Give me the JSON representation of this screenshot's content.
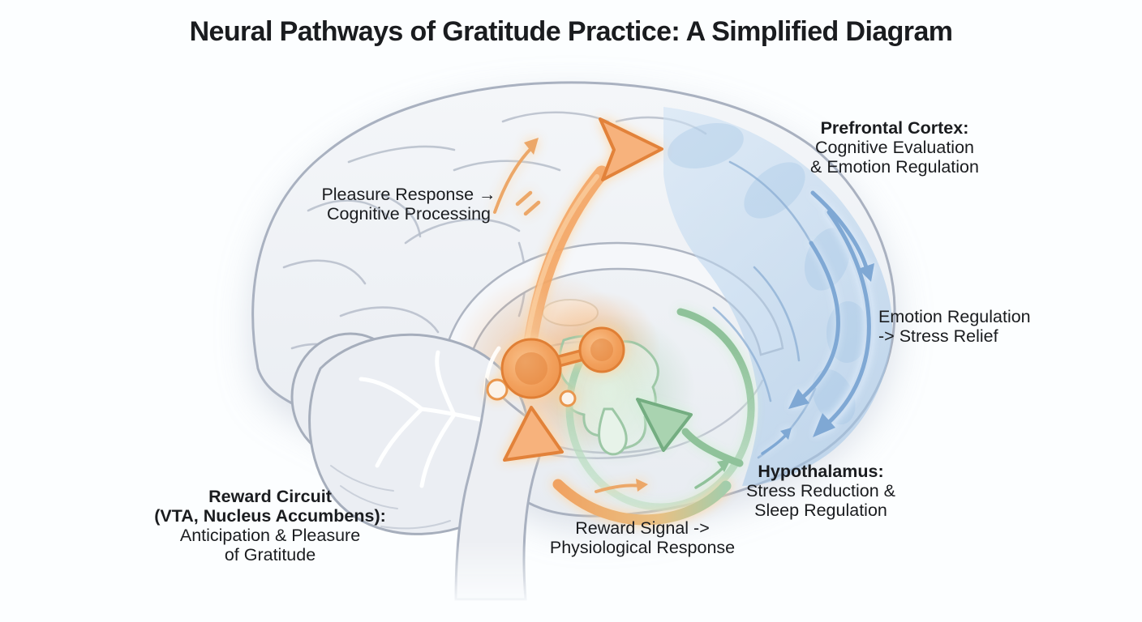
{
  "title": "Neural Pathways of Gratitude Practice: A Simplified Diagram",
  "labels": {
    "pleasure_response": {
      "lines": [
        "Pleasure Response →",
        "Cognitive Processing"
      ]
    },
    "prefrontal_cortex": {
      "heading": "Prefrontal Cortex:",
      "lines": [
        "Cognitive Evaluation",
        "& Emotion Regulation"
      ]
    },
    "emotion_regulation": {
      "lines": [
        "Emotion Regulation",
        "-> Stress Relief"
      ]
    },
    "hypothalamus": {
      "heading": "Hypothalamus:",
      "lines": [
        "Stress Reduction &",
        "Sleep Regulation"
      ]
    },
    "reward_signal": {
      "lines": [
        "Reward Signal ->",
        "Physiological Response"
      ]
    },
    "reward_circuit": {
      "heading1": "Reward Circuit",
      "heading2": "(VTA, Nucleus Accumbens):",
      "lines": [
        "Anticipation & Pleasure",
        "of Gratitude"
      ]
    }
  },
  "colors": {
    "background": "#fcfeff",
    "text": "#1a1c1f",
    "orange": "#f2a05c",
    "orange_deep": "#e2823a",
    "blue_region": "#b7d2ec",
    "blue_arrow": "#7fa8d4",
    "green": "#9cc7a5",
    "green_arrow": "#8fc29a",
    "brain_fill": "#eff1f5",
    "brain_outline": "#a9b1c0"
  }
}
